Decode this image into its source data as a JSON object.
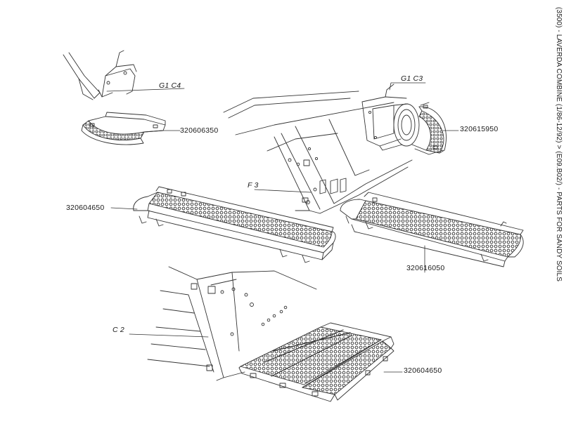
{
  "title": "(3500) - LAVERDA COMBINE (1/86-12/92) > (E09.B02/) - PARTS FOR SANDY SOILS",
  "references": {
    "g1c4": "G1 C4",
    "g1c3": "G1 C3",
    "f3": "F 3",
    "c2": "C 2"
  },
  "parts": {
    "p1": "320606350",
    "p2": "320615950",
    "p3": "320604650",
    "p4": "320616050",
    "p5": "320604650"
  }
}
